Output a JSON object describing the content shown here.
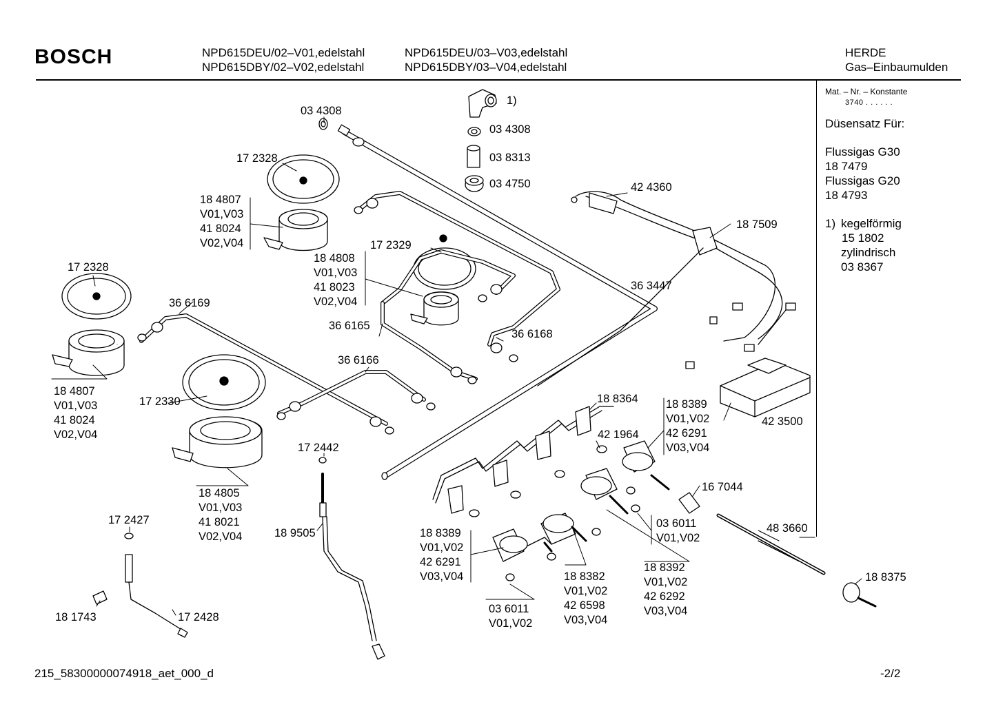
{
  "header": {
    "brand": "BOSCH",
    "models_col1": [
      "NPD615DEU/02–V01,edelstahl",
      "NPD615DBY/02–V02,edelstahl"
    ],
    "models_col2": [
      "NPD615DEU/03–V03,edelstahl",
      "NPD615DBY/03–V04,edelstahl"
    ],
    "category": "HERDE",
    "subcategory": "Gas–Einbaumulden"
  },
  "sidebar": {
    "mat_label": "Mat. – Nr. – Konstante",
    "mat_value": "3740  .  .  .  .  .  .",
    "title": "Düsensatz Für:",
    "gas1_name": "Flussigas G30",
    "gas1_part": "18 7479",
    "gas2_name": "Flussigas G20",
    "gas2_part": "18 4793",
    "note_marker": "1)",
    "note_line1": "kegelförmig",
    "note_line2": "15 1802",
    "note_line3": "zylindrisch",
    "note_line4": "03 8367"
  },
  "labels": {
    "p034308a": "03 4308",
    "p1ref": "1)",
    "p034308b": "03 4308",
    "p038313": "03 8313",
    "p034750": "03 4750",
    "p172328a": "17 2328",
    "p424360": "42 4360",
    "p187509": "18 7509",
    "g1": [
      "18 4807",
      "V01,V03",
      "41 8024",
      "V02,V04"
    ],
    "p172329": "17 2329",
    "g2": [
      "18 4808",
      "V01,V03",
      "41 8023",
      "V02,V04"
    ],
    "p363447": "36 3447",
    "p172328b": "17 2328",
    "p366169": "36 6169",
    "p366165": "36 6165",
    "p366168": "36 6168",
    "p366166": "36 6166",
    "g3": [
      "18 4807",
      "V01,V03",
      "41 8024",
      "V02,V04"
    ],
    "p172330": "17 2330",
    "p188364": "18 8364",
    "g4": [
      "18 8389",
      "V01,V02",
      "42 6291",
      "V03,V04"
    ],
    "p421964": "42 1964",
    "p423500": "42 3500",
    "p172442": "17 2442",
    "g5": [
      "18 4805",
      "V01,V03",
      "41 8021",
      "V02,V04"
    ],
    "p167044": "16 7044",
    "p172427": "17 2427",
    "p189505": "18 9505",
    "g6": [
      "03 6011",
      "V01,V02"
    ],
    "p483660": "48 3660",
    "g7": [
      "18 8389",
      "V01,V02",
      "42 6291",
      "V03,V04"
    ],
    "g8": [
      "18 8392",
      "V01,V02",
      "42 6292",
      "V03,V04"
    ],
    "g9": [
      "18 8382",
      "V01,V02",
      "42 6598",
      "V03,V04"
    ],
    "p188375": "18 8375",
    "p181743": "18 1743",
    "p172428": "17 2428",
    "g10": [
      "03 6011",
      "V01,V02"
    ]
  },
  "footer": {
    "doc_id": "215_58300000074918_aet_000_d",
    "page": "-2/2"
  }
}
